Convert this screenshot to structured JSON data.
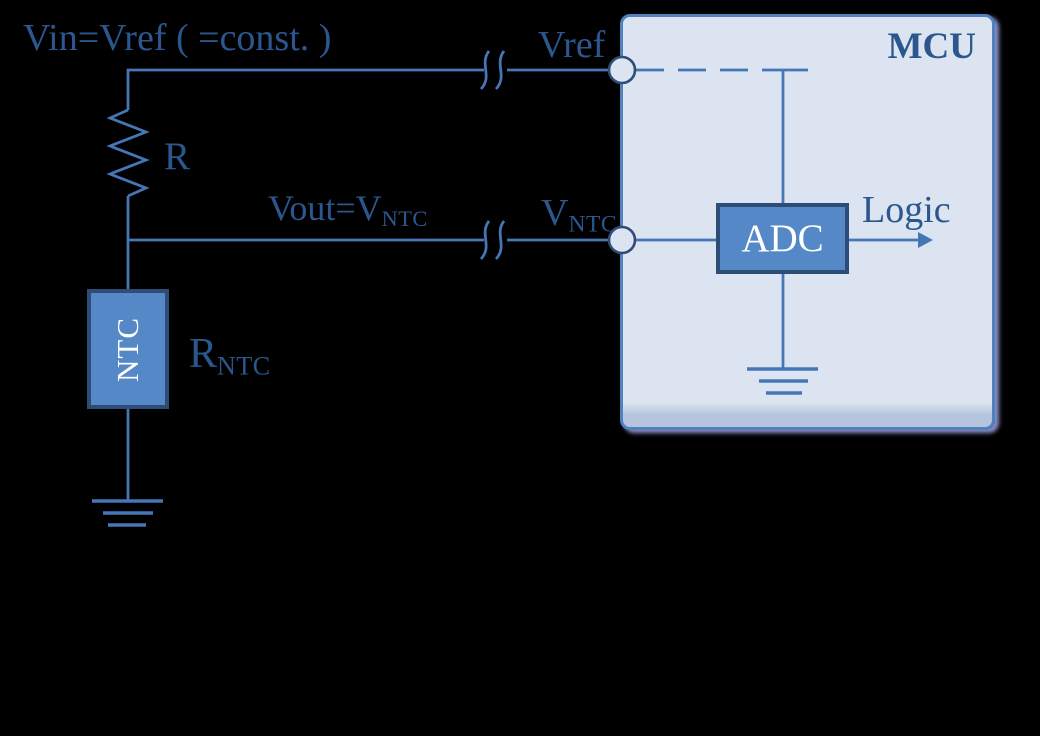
{
  "title": "NTC thermistor voltage-divider circuit connected to MCU ADC",
  "colors": {
    "canvas_bg": "#000000",
    "wire": "#4577b6",
    "label_text": "#2b578e",
    "component_fill": "#5588c7",
    "component_border": "#2d4d76",
    "component_text": "#ffffff",
    "mcu_fill": "#dce4f1",
    "mcu_band": "#b6c5dd",
    "mcu_border": "#4f81bd",
    "mcu_shadow": "#8a90c9"
  },
  "labels": {
    "vin": "Vin=Vref ( =const. )",
    "resistor": "R",
    "vout_main": "Vout=V",
    "vout_sub": "NTC",
    "vref_pin": "Vref",
    "vntc_pin_main": "V",
    "vntc_pin_sub": "NTC",
    "rntc_main": "R",
    "rntc_sub": "NTC",
    "ntc_box": "NTC",
    "mcu": "MCU",
    "adc": "ADC",
    "logic": "Logic"
  }
}
